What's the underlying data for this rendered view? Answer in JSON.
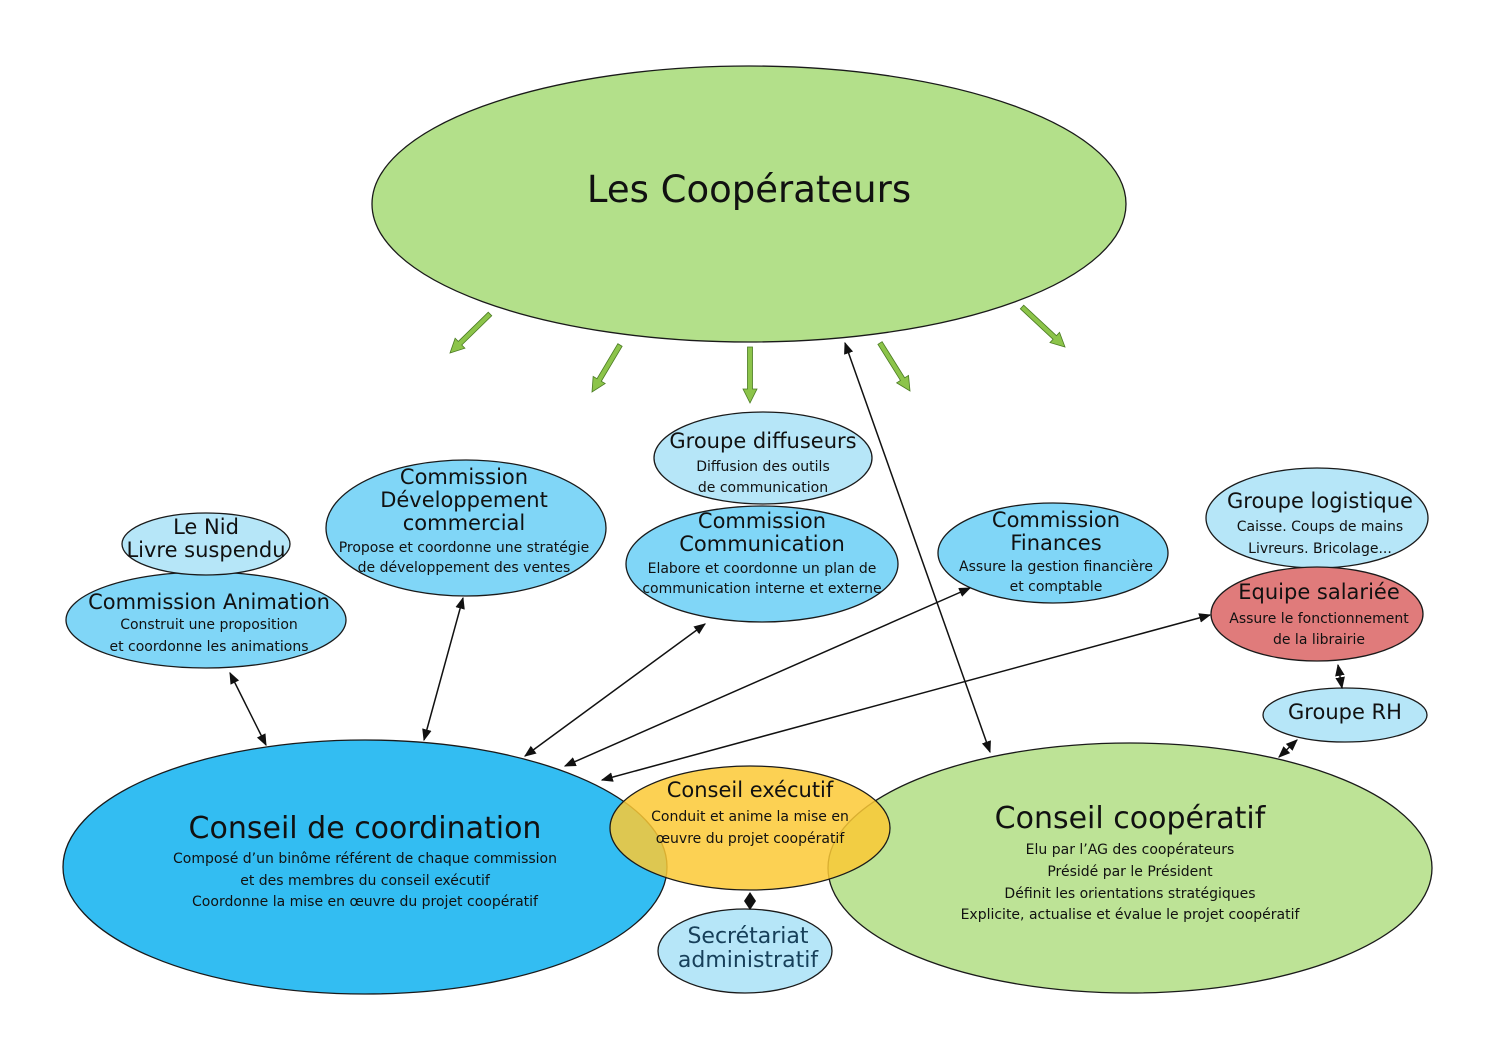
{
  "colors": {
    "cooperateurs": "#b3e08a",
    "coordination": "#33bdf2",
    "cooperatif": "#bde396",
    "executif": "#fcc935",
    "commission": "#80d6f7",
    "groupe": "#b6e6f8",
    "equipe": "#e07b7b",
    "green_arrow": "#8cc44a"
  },
  "nodes": {
    "cooperateurs": {
      "title": "Les Coopérateurs"
    },
    "diffuseurs": {
      "title": "Groupe diffuseurs",
      "lines": [
        "Diffusion des outils",
        "de communication"
      ]
    },
    "dev_commercial": {
      "title_lines": [
        "Commission",
        "Développement",
        "commercial"
      ],
      "lines": [
        "Propose et coordonne une stratégie",
        "de développement des ventes"
      ]
    },
    "le_nid": {
      "title_lines": [
        "Le Nid",
        "Livre suspendu"
      ]
    },
    "animation": {
      "title": "Commission Animation",
      "lines": [
        "Construit une proposition",
        "et coordonne les animations"
      ]
    },
    "communication": {
      "title_lines": [
        "Commission",
        "Communication"
      ],
      "lines": [
        "Elabore et coordonne un plan de",
        "communication interne et externe"
      ]
    },
    "finances": {
      "title_lines": [
        "Commission",
        "Finances"
      ],
      "lines": [
        "Assure la gestion financière",
        "et comptable"
      ]
    },
    "logistique": {
      "title": "Groupe logistique",
      "lines": [
        "Caisse. Coups de mains",
        "Livreurs. Bricolage..."
      ]
    },
    "equipe": {
      "title": "Equipe salariée",
      "lines": [
        "Assure le fonctionnement",
        "de la librairie"
      ]
    },
    "rh": {
      "title": "Groupe RH"
    },
    "coordination": {
      "title": "Conseil  de coordination",
      "lines": [
        "Composé d’un binôme référent de chaque commission",
        "et des membres du conseil exécutif",
        "Coordonne la mise en œuvre du projet coopératif"
      ]
    },
    "cooperatif": {
      "title": "Conseil coopératif",
      "lines": [
        "Elu par l’AG des coopérateurs",
        "Présidé par le Président",
        "Définit les orientations stratégiques",
        "Explicite, actualise et évalue le projet coopératif"
      ]
    },
    "executif": {
      "title": "Conseil  exécutif",
      "lines": [
        "Conduit et anime la mise en",
        "œuvre du projet coopératif"
      ]
    },
    "secretariat": {
      "title_lines": [
        "Secrétariat",
        "administratif"
      ]
    }
  }
}
